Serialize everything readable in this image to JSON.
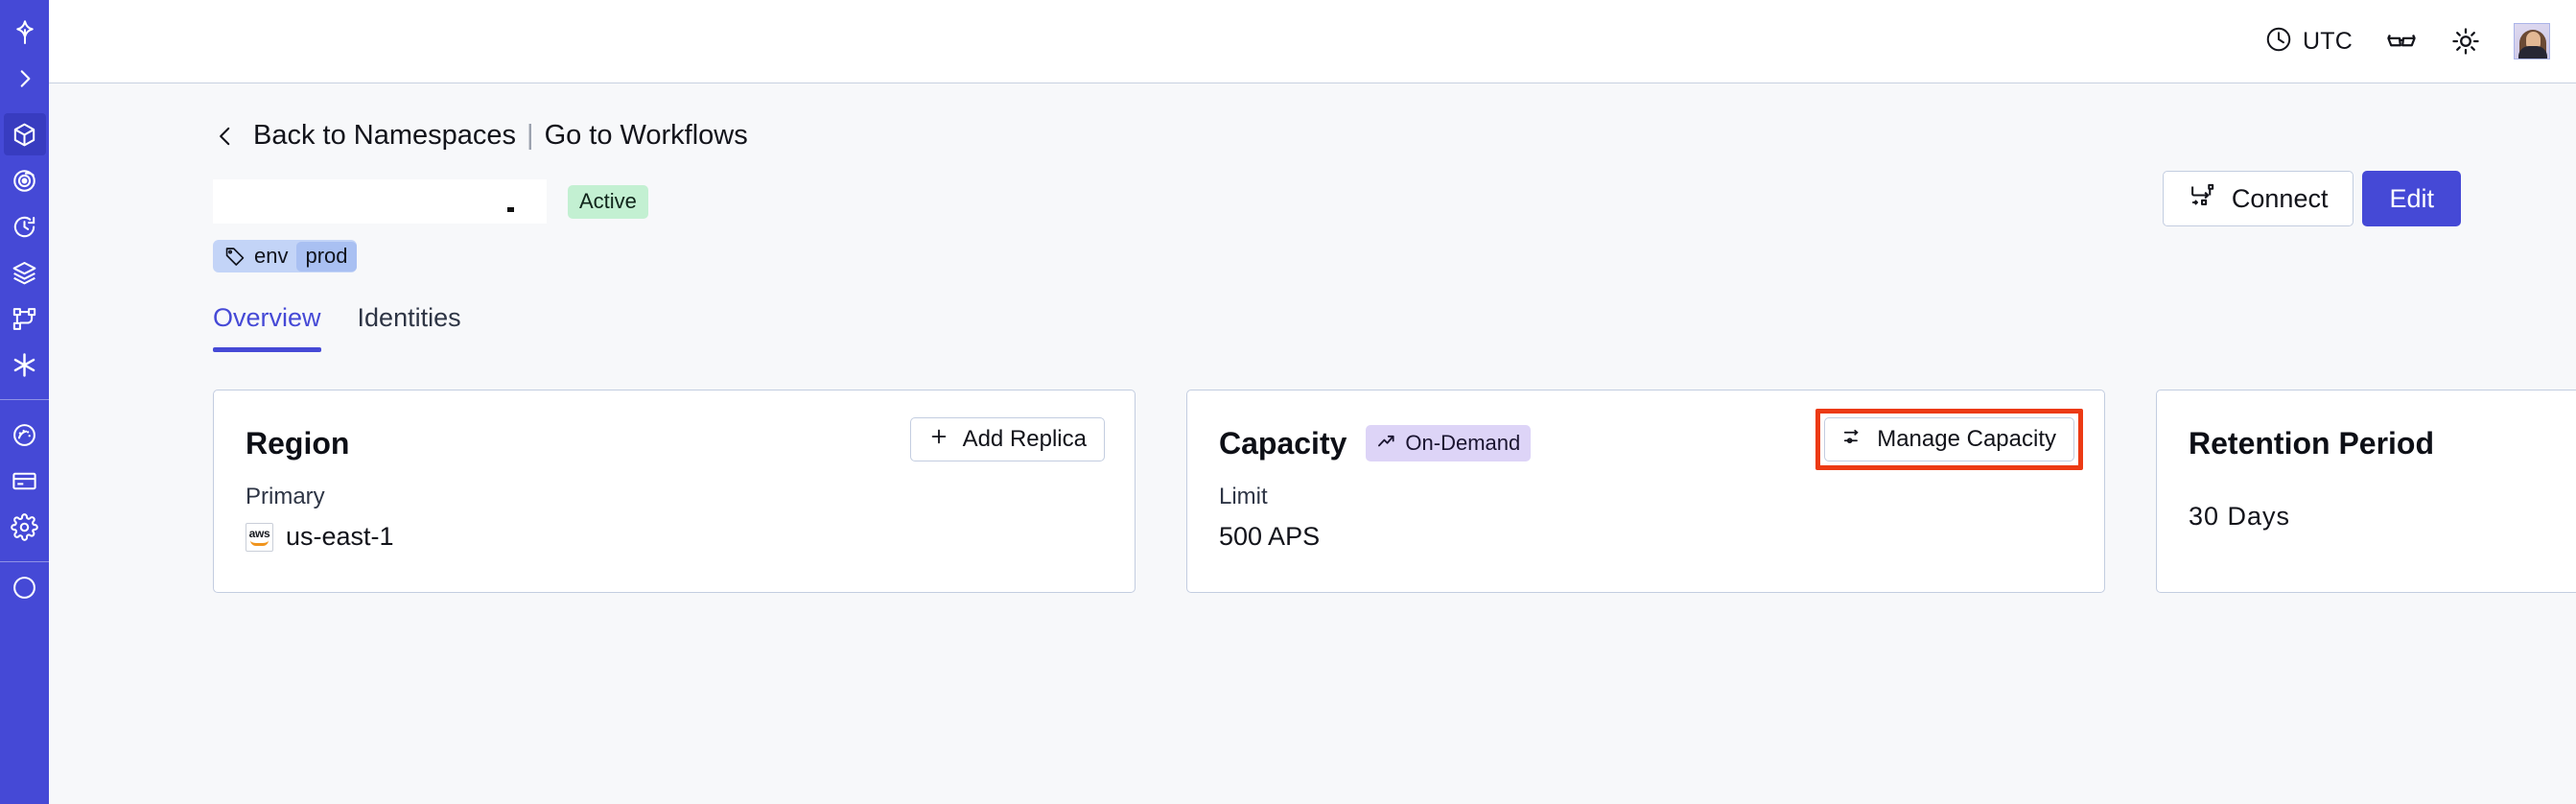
{
  "sidebar": {
    "items": [
      {
        "name": "logo-icon",
        "label": "Temporal",
        "active": false
      },
      {
        "name": "expand-icon",
        "label": "Expand",
        "active": false
      },
      {
        "name": "namespaces-icon",
        "label": "Namespaces",
        "active": true
      },
      {
        "name": "observability-icon",
        "label": "Observability",
        "active": false
      },
      {
        "name": "history-icon",
        "label": "History",
        "active": false
      },
      {
        "name": "layers-icon",
        "label": "Layers",
        "active": false
      },
      {
        "name": "workflows-icon",
        "label": "Workflows",
        "active": false
      },
      {
        "name": "asterisk-icon",
        "label": "Nexus",
        "active": false
      },
      {
        "name": "usage-icon",
        "label": "Usage",
        "active": false
      },
      {
        "name": "billing-icon",
        "label": "Billing",
        "active": false
      },
      {
        "name": "settings-icon",
        "label": "Settings",
        "active": false
      }
    ]
  },
  "header": {
    "timezone_label": "UTC",
    "timezone_icon": "clock-icon",
    "glasses_icon": "glasses-icon",
    "brightness_icon": "sun-icon",
    "avatar_icon": "user-avatar"
  },
  "breadcrumb": {
    "back_icon": "chevron-left-icon",
    "back_label": "Back to Namespaces",
    "separator": "|",
    "forward_label": "Go to Workflows"
  },
  "title_row": {
    "namespace_name": "",
    "status_badge": "Active"
  },
  "actions": {
    "connect_label": "Connect",
    "connect_icon": "connect-icon",
    "edit_label": "Edit"
  },
  "tag": {
    "icon": "tag-icon",
    "key": "env",
    "value": "prod"
  },
  "tabs": [
    {
      "label": "Overview",
      "active": true
    },
    {
      "label": "Identities",
      "active": false
    }
  ],
  "cards": {
    "region": {
      "title": "Region",
      "action_label": "Add Replica",
      "action_icon": "plus-icon",
      "sub_label": "Primary",
      "provider_icon": "aws-logo",
      "provider_text": "aws",
      "value": "us-east-1"
    },
    "capacity": {
      "title": "Capacity",
      "badge_label": "On-Demand",
      "badge_icon": "trending-up-icon",
      "action_label": "Manage Capacity",
      "action_icon": "sliders-icon",
      "sub_label": "Limit",
      "value": "500 APS"
    },
    "retention": {
      "title": "Retention Period",
      "value": "30 Days"
    }
  },
  "annotation": {
    "color": "#ec3a14",
    "target": "manage-capacity-button"
  }
}
